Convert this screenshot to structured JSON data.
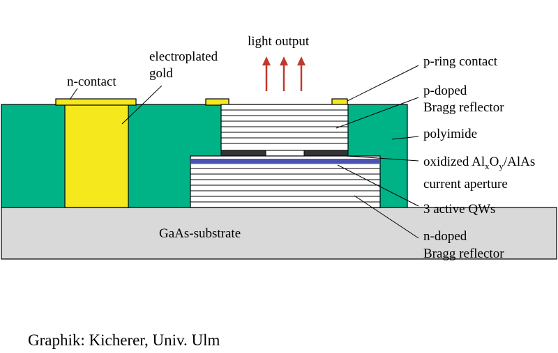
{
  "colors": {
    "polyimide": "#00B386",
    "gold": "#F5E91D",
    "substrate": "#D9D9D9",
    "aperture": "#333333",
    "qw": "#4B55B8",
    "qw_red": "#B03030",
    "arrow": "#C0392B",
    "line": "#000000"
  },
  "labels": {
    "light_output": "light output",
    "electroplated_1": "electroplated",
    "electroplated_2": "gold",
    "n_contact": "n-contact",
    "p_ring": "p-ring contact",
    "p_doped_1": "p-doped",
    "p_doped_2": "Bragg reflector",
    "polyimide": "polyimide",
    "oxidized_pre": "oxidized Al",
    "oxidized_sub1": "x",
    "oxidized_mid": "O",
    "oxidized_sub2": "y",
    "oxidized_post": "/AlAs",
    "current_aperture": "current aperture",
    "active_qws": "3 active QWs",
    "n_doped_1": "n-doped",
    "n_doped_2": "Bragg reflector",
    "substrate": "GaAs-substrate"
  },
  "credit": "Graphik: Kicherer, Univ. Ulm"
}
